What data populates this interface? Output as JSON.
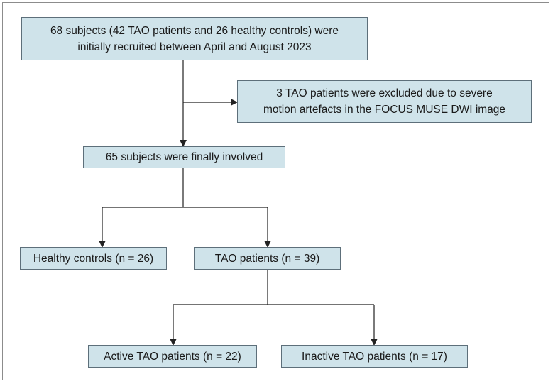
{
  "colors": {
    "box_fill": "#cfe3ea",
    "box_border": "#5d6f7a",
    "line": "#222222",
    "frame": "#8c8c8c"
  },
  "boxes": {
    "recruited": {
      "line1": "68 subjects (42 TAO patients and 26 healthy controls) were",
      "line2": "initially recruited between April and August 2023"
    },
    "excluded": {
      "line1": "3 TAO patients were excluded due to severe",
      "line2": "motion artefacts in the FOCUS MUSE DWI image"
    },
    "involved": {
      "label": "65 subjects were finally involved"
    },
    "healthy": {
      "label": "Healthy controls (n = 26)"
    },
    "tao": {
      "label": "TAO patients (n = 39)"
    },
    "active": {
      "label": "Active TAO patients (n = 22)"
    },
    "inactive": {
      "label": "Inactive TAO patients (n = 17)"
    }
  }
}
